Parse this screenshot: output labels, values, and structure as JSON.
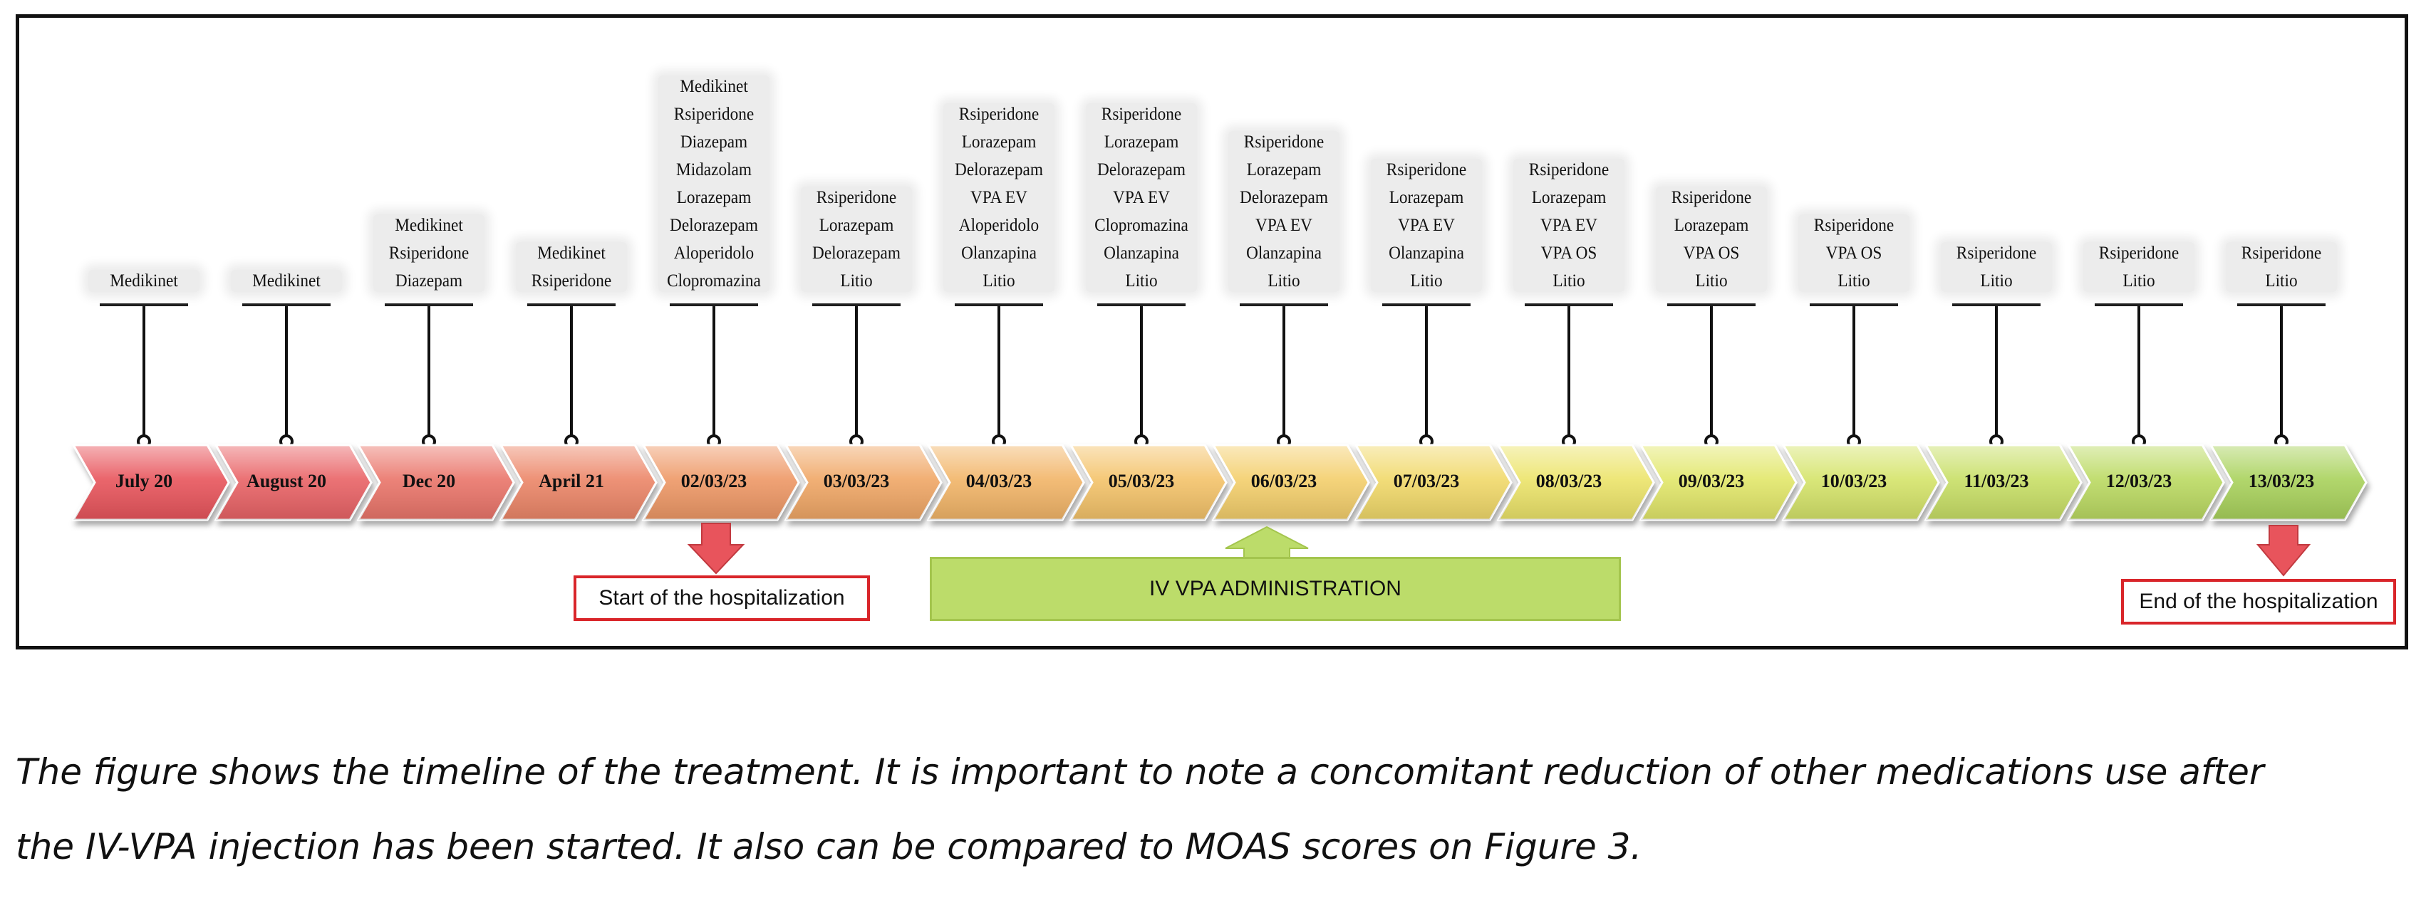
{
  "timeline": [
    {
      "date": "July 20",
      "color": "#e8545c",
      "meds": [
        "Medikinet"
      ]
    },
    {
      "date": "August 20",
      "color": "#e96466",
      "meds": [
        "Medikinet"
      ]
    },
    {
      "date": "Dec 20",
      "color": "#ea756a",
      "meds": [
        "Medikinet",
        "Rsiperidone",
        "Diazepam"
      ]
    },
    {
      "date": "April 21",
      "color": "#ec8668",
      "meds": [
        "Medikinet",
        "Rsiperidone"
      ]
    },
    {
      "date": "02/03/23",
      "color": "#ee9866",
      "meds": [
        "Medikinet",
        "Rsiperidone",
        "Diazepam",
        "Midazolam",
        "Lorazepam",
        "Delorazepam",
        "Aloperidolo",
        "Clopromazina"
      ]
    },
    {
      "date": "03/03/23",
      "color": "#f0a766",
      "meds": [
        "Rsiperidone",
        "Lorazepam",
        "Delorazepam",
        "Litio"
      ]
    },
    {
      "date": "04/03/23",
      "color": "#f2b568",
      "meds": [
        "Rsiperidone",
        "Lorazepam",
        "Delorazepam",
        "VPA EV",
        "Aloperidolo",
        "Olanzapina",
        "Litio"
      ]
    },
    {
      "date": "05/03/23",
      "color": "#f4c36b",
      "meds": [
        "Rsiperidone",
        "Lorazepam",
        "Delorazepam",
        "VPA EV",
        "Clopromazina",
        "Olanzapina",
        "Litio"
      ]
    },
    {
      "date": "06/03/23",
      "color": "#f4cf6c",
      "meds": [
        "Rsiperidone",
        "Lorazepam",
        "Delorazepam",
        "VPA EV",
        "Olanzapina",
        "Litio"
      ]
    },
    {
      "date": "07/03/23",
      "color": "#f1d96b",
      "meds": [
        "Rsiperidone",
        "Lorazepam",
        "VPA EV",
        "Olanzapina",
        "Litio"
      ]
    },
    {
      "date": "08/03/23",
      "color": "#ece46b",
      "meds": [
        "Rsiperidone",
        "Lorazepam",
        "VPA EV",
        "VPA OS",
        "Litio"
      ]
    },
    {
      "date": "09/03/23",
      "color": "#e2e76b",
      "meds": [
        "Rsiperidone",
        "Lorazepam",
        "VPA OS",
        "Litio"
      ]
    },
    {
      "date": "10/03/23",
      "color": "#d5e46a",
      "meds": [
        "Rsiperidone",
        "VPA OS",
        "Litio"
      ]
    },
    {
      "date": "11/03/23",
      "color": "#c8df66",
      "meds": [
        "Rsiperidone",
        "Litio"
      ]
    },
    {
      "date": "12/03/23",
      "color": "#bbda62",
      "meds": [
        "Rsiperidone",
        "Litio"
      ]
    },
    {
      "date": "13/03/23",
      "color": "#a9d25c",
      "meds": [
        "Rsiperidone",
        "Litio"
      ]
    }
  ],
  "annotations": {
    "start": "Start of the hospitalization",
    "end": "End of the hospitalization",
    "iv_vpa": "IV VPA ADMINISTRATION"
  },
  "colors": {
    "down_arrow": "#e8545c",
    "up_arrow": "#bcdc6a",
    "box_border": "#d9252a"
  },
  "caption": [
    "The figure shows the timeline of the treatment. It is important to note a concomitant reduction of other medications use after",
    "the IV-VPA injection has been started. It also can be compared to MOAS scores on Figure 3."
  ]
}
